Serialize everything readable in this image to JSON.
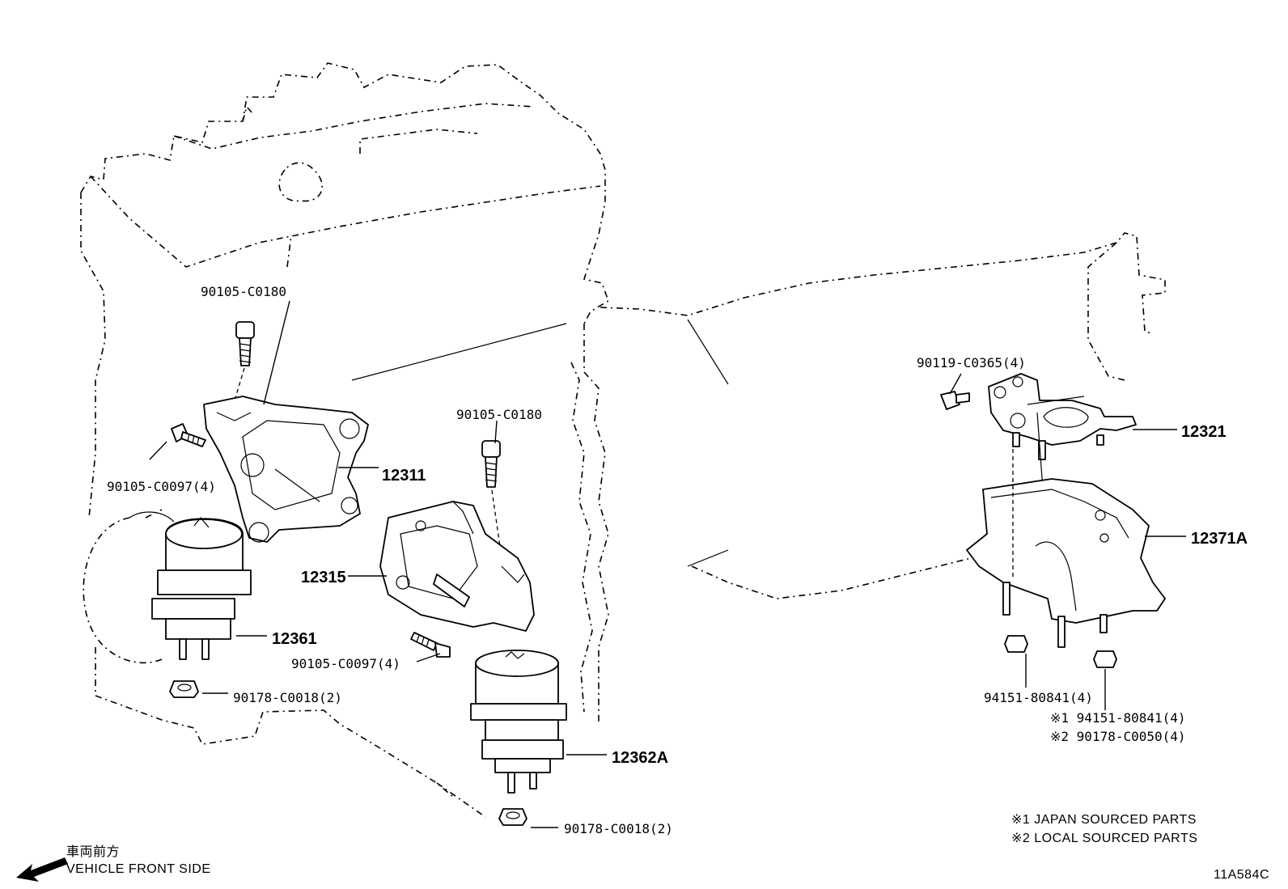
{
  "diagram_code": "11A584C",
  "vehicle_front": {
    "label_jp": "車両前方",
    "label_en": "VEHICLE FRONT SIDE"
  },
  "notes": [
    "※1 JAPAN SOURCED PARTS",
    "※2 LOCAL SOURCED PARTS"
  ],
  "parts": {
    "bolt_top_left": "90105-C0180",
    "bolt_left_side": "90105-C0097(4)",
    "bracket_12311": "12311",
    "mount_12361": "12361",
    "nut_left": "90178-C0018(2)",
    "bolt_center": "90105-C0180",
    "bracket_12315": "12315",
    "bolt_center_side": "90105-C0097(4)",
    "mount_12362a": "12362A",
    "nut_center": "90178-C0018(2)",
    "bolt_right": "90119-C0365(4)",
    "bracket_12321": "12321",
    "mount_12371a": "12371A",
    "nut_right_a": "94151-80841(4)",
    "nut_right_b": "※1 94151-80841(4)",
    "nut_right_c": "※2 90178-C0050(4)"
  }
}
